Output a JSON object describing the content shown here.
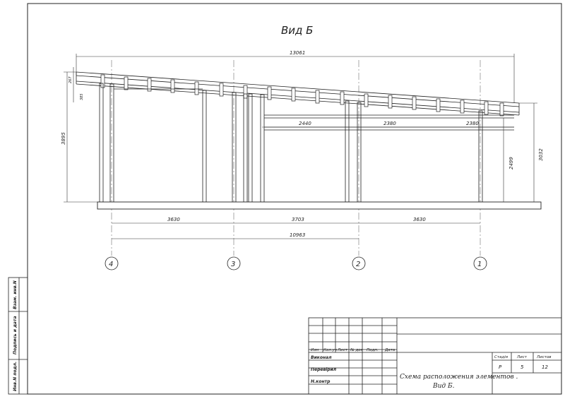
{
  "drawing": {
    "view_title": "Вид Б",
    "dimensions": {
      "overall_top": "13061",
      "left_height": "3895",
      "top_small_1": "267",
      "top_small_2": "385",
      "inner_span_a": "2440",
      "inner_span_b": "2380",
      "inner_span_c": "2380",
      "right_height_a": "2499",
      "right_height_b": "3032",
      "bay_1": "3630",
      "bay_2": "3703",
      "bay_3": "3630",
      "overall_bottom": "10963"
    },
    "axes": [
      "4",
      "3",
      "2",
      "1"
    ]
  },
  "side_stamp": {
    "inv_sub": "Инв.N подл.",
    "sign_date": "Подпись и дата",
    "inv_repl": "Взам. инв.N"
  },
  "title_block": {
    "headers": [
      "Изм",
      "Кол.уч",
      "Лист",
      "№ док",
      "Подп.",
      "Дата"
    ],
    "roles": [
      "Виконал",
      "Перевірил",
      "Н.контр"
    ],
    "title_line1": "Схема расположения элементов .",
    "title_line2": "Вид Б.",
    "stage_label": "Стадія",
    "sheet_label": "Лист",
    "sheets_label": "Листов",
    "stage": "Р",
    "sheet": "5",
    "sheets": "12"
  }
}
